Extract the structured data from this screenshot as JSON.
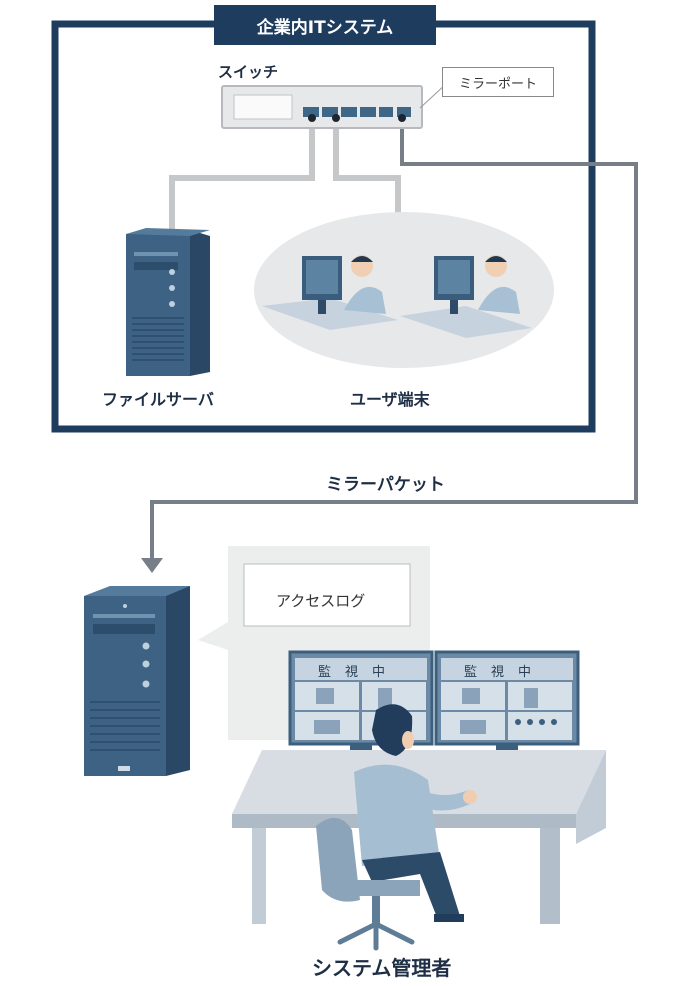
{
  "frame": {
    "title": "企業内ITシステム"
  },
  "switch": {
    "label": "スイッチ",
    "mirror_port_label": "ミラーポート"
  },
  "file_server": {
    "label": "ファイルサーバ"
  },
  "user_terminals": {
    "label": "ユーザ端末"
  },
  "mirror_packet": {
    "label": "ミラーパケット"
  },
  "access_log": {
    "label": "アクセスログ"
  },
  "monitors": {
    "status_label": "監視中"
  },
  "admin": {
    "label": "システム管理者"
  },
  "colors": {
    "frame": "#1d3c5e",
    "cable": "#c8c9ca",
    "mirror_line": "#7b8088",
    "server": "#3c5f7f"
  }
}
